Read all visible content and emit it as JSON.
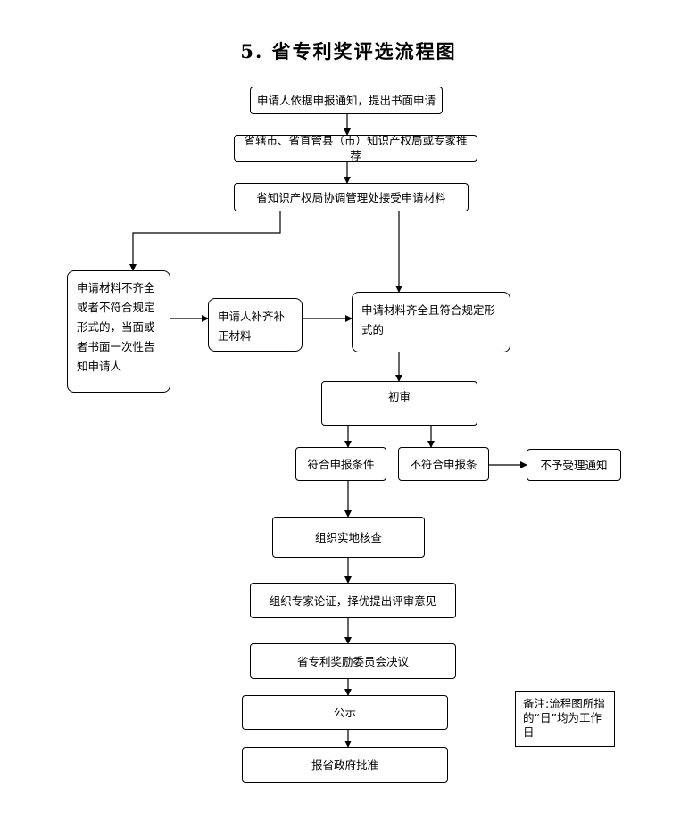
{
  "title": "5. 省专利奖评选流程图",
  "nodes": {
    "apply": "申请人依据申报通知，提出书面申请",
    "recommend": "省辖市、省直管县（市）知识产权局或专家推荐",
    "accept": "省知识产权局协调管理处接受申请材料",
    "incomplete": "申请材料不齐全或者不符合规定形式的，当面或者书面一次性告知申请人",
    "supplement": "申请人补齐补正材料",
    "complete": "申请材料齐全且符合规定形式的",
    "initial_review": "初审",
    "qualified": "符合申报条件",
    "not_qualified": "不符合申报条",
    "reject_notice": "不予受理通知",
    "site_check": "组织实地核查",
    "expert_review": "组织专家论证，择优提出评审意见",
    "committee": "省专利奖励委员会决议",
    "publicize": "公示",
    "report": "报省政府批准"
  },
  "note": "备注:流程图所指的“日”均为工作日"
}
